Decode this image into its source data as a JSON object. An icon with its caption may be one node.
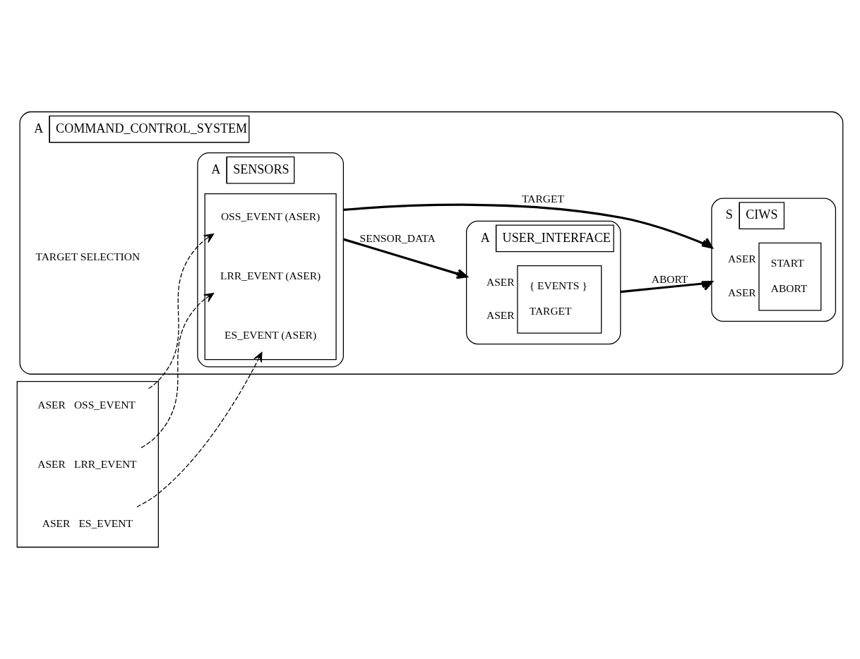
{
  "diagram": {
    "nodes": [
      {
        "text": [
          "A",
          "COMMAND_CONTROL_SYSTEM"
        ]
      },
      {
        "text": [],
        "shape": "box"
      },
      {
        "text": [
          "OSS_EVENT"
        ],
        "beside": [
          "ASER"
        ],
        "in": 1
      },
      {
        "text": [
          "LRR_EVENT"
        ],
        "beside": [
          "ASER"
        ],
        "in": 1
      },
      {
        "text": [
          "ES_EVENT"
        ],
        "beside": [
          "ASER"
        ],
        "in": 1
      },
      {
        "text": [
          "A",
          "SENSORS"
        ],
        "in": 0
      },
      {
        "text": [],
        "shape": "box",
        "in": 5
      },
      {
        "text": [
          "OSS_EVENT (ASER)"
        ],
        "in": 6
      },
      {
        "text": [
          "LRR_EVENT (ASER)"
        ],
        "in": 6
      },
      {
        "text": [
          "ES_EVENT (ASER)"
        ],
        "in": 6
      },
      {
        "text": [
          "A",
          "USER_INTERFACE"
        ],
        "in": 0
      },
      {
        "text": [
          "{ EVENTS }",
          "TARGET"
        ],
        "beside": [
          "ASER",
          "ASER"
        ],
        "in": 10
      },
      {
        "text": [
          "S",
          "CIWS"
        ],
        "in": 0
      },
      {
        "text": [
          "START",
          "ABORT"
        ],
        "beside": [
          "ASER",
          "ASER"
        ],
        "in": 12
      }
    ],
    "edges": [
      {
        "from": 2,
        "to": 7,
        "arrow": "to",
        "style": "dashed"
      },
      {
        "from": 3,
        "to": 8,
        "arrow": "to",
        "style": "dashed"
      },
      {
        "from": 4,
        "to": 9,
        "arrow": "to",
        "style": "dashed"
      },
      {
        "from": 5,
        "to": 12,
        "arrow": "to",
        "style": "thick",
        "label": "TARGET"
      },
      {
        "from": 5,
        "to": 10,
        "arrow": "to",
        "style": "thick",
        "label": "SENSOR_DATA"
      },
      {
        "from": 10,
        "to": 12,
        "arrow": "to",
        "style": "thick",
        "label": "ABORT"
      }
    ],
    "labels": [
      "TARGET SELECTION"
    ]
  }
}
